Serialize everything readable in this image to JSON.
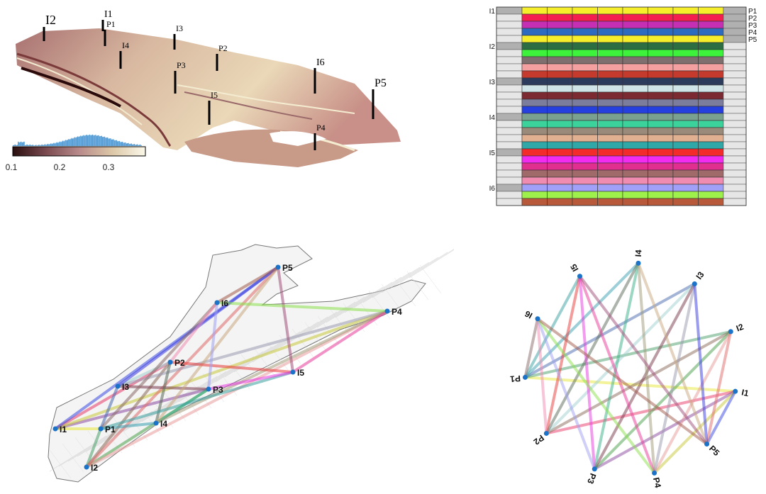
{
  "reservoir3d": {
    "well_labels": [
      "I1",
      "I2",
      "I3",
      "I4",
      "I5",
      "I6",
      "P1",
      "P2",
      "P3",
      "P4",
      "P5"
    ],
    "colorbar": {
      "ticks": [
        "0.1",
        "0.2",
        "0.3"
      ],
      "colors": [
        "#2a0f0f",
        "#7a4a4f",
        "#b88a8a",
        "#d9c7a7",
        "#f4f0d2",
        "#ffffff"
      ]
    }
  },
  "matrix": {
    "injectors": [
      "I1",
      "I2",
      "I3",
      "I4",
      "I5",
      "I6"
    ],
    "producers": [
      "P1",
      "P2",
      "P3",
      "P4",
      "P5"
    ],
    "rows_per_injector": 5,
    "row_colors": [
      "#f6ee2b",
      "#f51f4f",
      "#c42fb3",
      "#2c6bc0",
      "#f6ee2b",
      "#2c6e42",
      "#3cf23b",
      "#7f6f6f",
      "#f4a0a0",
      "#c43a2c",
      "#2b3b5c",
      "#cfe4e6",
      "#7a2a30",
      "#7c7c9c",
      "#2640e0",
      "#7aa090",
      "#3bd39b",
      "#9a8a7a",
      "#e0b090",
      "#30a8a8",
      "#f42b2b",
      "#f22bf0",
      "#e02f8f",
      "#a06a6a",
      "#f08cb0",
      "#a0a0f8",
      "#9ef04a",
      "#b85a3a"
    ]
  },
  "graph": {
    "nodes": [
      {
        "id": "I1",
        "label": "I1"
      },
      {
        "id": "I2",
        "label": "I2"
      },
      {
        "id": "I3",
        "label": "I3"
      },
      {
        "id": "I4",
        "label": "I4"
      },
      {
        "id": "I5",
        "label": "I5"
      },
      {
        "id": "I6",
        "label": "I6"
      },
      {
        "id": "P1",
        "label": "P1"
      },
      {
        "id": "P2",
        "label": "P2"
      },
      {
        "id": "P3",
        "label": "P3"
      },
      {
        "id": "P4",
        "label": "P4"
      },
      {
        "id": "P5",
        "label": "P5"
      }
    ],
    "edges": [
      {
        "s": "I1",
        "t": "P1",
        "c": "#e8e83a"
      },
      {
        "s": "I1",
        "t": "P2",
        "c": "#e83a6a"
      },
      {
        "s": "I1",
        "t": "P3",
        "c": "#8a4aa0"
      },
      {
        "s": "I1",
        "t": "P4",
        "c": "#c8c83a"
      },
      {
        "s": "I1",
        "t": "P5",
        "c": "#3a4ae0"
      },
      {
        "s": "I2",
        "t": "P1",
        "c": "#4aa06a"
      },
      {
        "s": "I2",
        "t": "P2",
        "c": "#8a6a5a"
      },
      {
        "s": "I2",
        "t": "P3",
        "c": "#4aa04a"
      },
      {
        "s": "I2",
        "t": "P4",
        "c": "#e89a9a"
      },
      {
        "s": "I2",
        "t": "P5",
        "c": "#e06a6a"
      },
      {
        "s": "I3",
        "t": "P1",
        "c": "#4a6ab0"
      },
      {
        "s": "I3",
        "t": "P2",
        "c": "#a0d0d0"
      },
      {
        "s": "I3",
        "t": "P3",
        "c": "#7a3a4a"
      },
      {
        "s": "I3",
        "t": "P4",
        "c": "#9a9ab0"
      },
      {
        "s": "I3",
        "t": "P5",
        "c": "#3a3ae0"
      },
      {
        "s": "I4",
        "t": "P1",
        "c": "#3aa0b0"
      },
      {
        "s": "I4",
        "t": "P2",
        "c": "#5a6a5a"
      },
      {
        "s": "I4",
        "t": "P3",
        "c": "#3ab08a"
      },
      {
        "s": "I4",
        "t": "P4",
        "c": "#a09a7a"
      },
      {
        "s": "I4",
        "t": "P5",
        "c": "#c8a880"
      },
      {
        "s": "I5",
        "t": "P1",
        "c": "#3aa0a0"
      },
      {
        "s": "I5",
        "t": "P2",
        "c": "#e83a3a"
      },
      {
        "s": "I5",
        "t": "P3",
        "c": "#e83ae0"
      },
      {
        "s": "I5",
        "t": "P4",
        "c": "#e83a9a"
      },
      {
        "s": "I5",
        "t": "P5",
        "c": "#a0507a"
      },
      {
        "s": "I6",
        "t": "P1",
        "c": "#8a6a6a"
      },
      {
        "s": "I6",
        "t": "P2",
        "c": "#f08cb0"
      },
      {
        "s": "I6",
        "t": "P3",
        "c": "#a0a0f0"
      },
      {
        "s": "I6",
        "t": "P4",
        "c": "#8ae04a"
      },
      {
        "s": "I6",
        "t": "P5",
        "c": "#a05a4a"
      }
    ]
  }
}
